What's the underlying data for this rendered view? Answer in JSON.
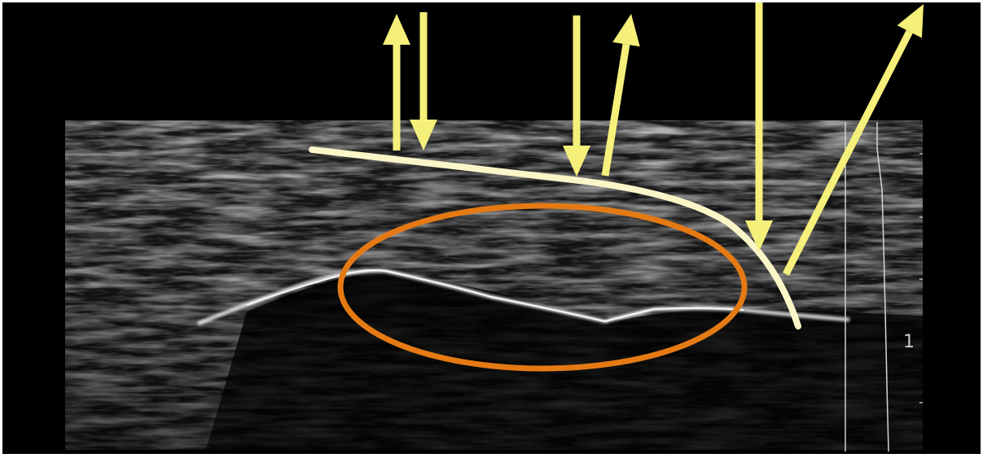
{
  "image": {
    "subject": "ultrasound-scan",
    "depth_scale_label": "1",
    "colors": {
      "background": "#000000",
      "annotation_arrow": "#f5f07a",
      "surface_curve": "#fbf6c8",
      "region_ellipse": "#e57a14",
      "scale_line": "#d0d0d0"
    },
    "annotations": {
      "arrow_icons": [
        "arrow-up-icon",
        "arrow-down-icon",
        "arrow-down-icon",
        "arrow-up-icon",
        "arrow-down-icon",
        "arrow-up-icon"
      ],
      "ellipse_count": 1,
      "curve_count": 1
    }
  }
}
